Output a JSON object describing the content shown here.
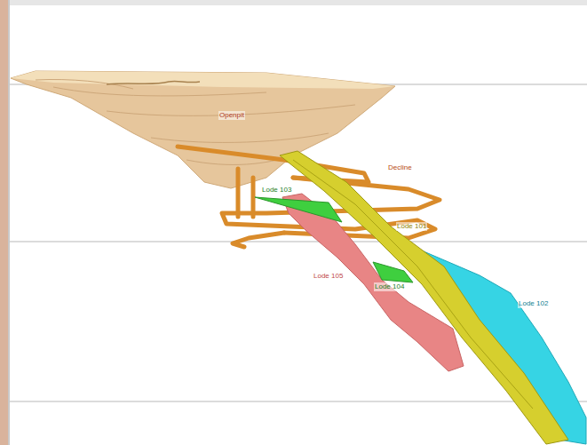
{
  "diagram": {
    "labels": [
      "Openpit",
      "Decline",
      "Lode 103",
      "Lode 101",
      "Lode 105",
      "Lode 104",
      "Lode 102"
    ]
  }
}
